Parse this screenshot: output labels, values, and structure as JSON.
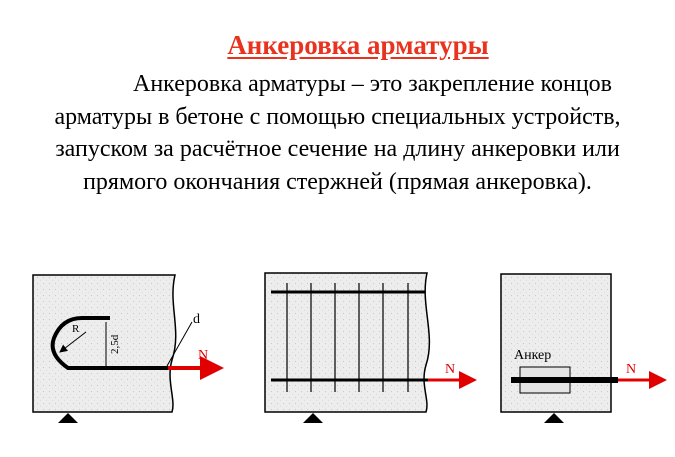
{
  "title": "Анкеровка арматуры",
  "paragraph": {
    "line1": "Анкеровка арматуры – это закрепление концов",
    "line2": "арматуры в бетоне с помощью специальных устройств,",
    "line3": "запуском за расчётное сечение на длину анкеровки или",
    "line4": "прямого окончания стержней (прямая анкеровка)."
  },
  "figures": {
    "hook": {
      "radius_label": "R",
      "length_label": "2,5d",
      "diameter_label": "d",
      "force_label": "N"
    },
    "bars": {
      "force_label": "N"
    },
    "anchor": {
      "anchor_label": "Анкер",
      "force_label": "N"
    }
  },
  "colors": {
    "title": "#e8331e",
    "force_arrow": "#e00000",
    "concrete": "#ededed",
    "bar": "#000000"
  }
}
